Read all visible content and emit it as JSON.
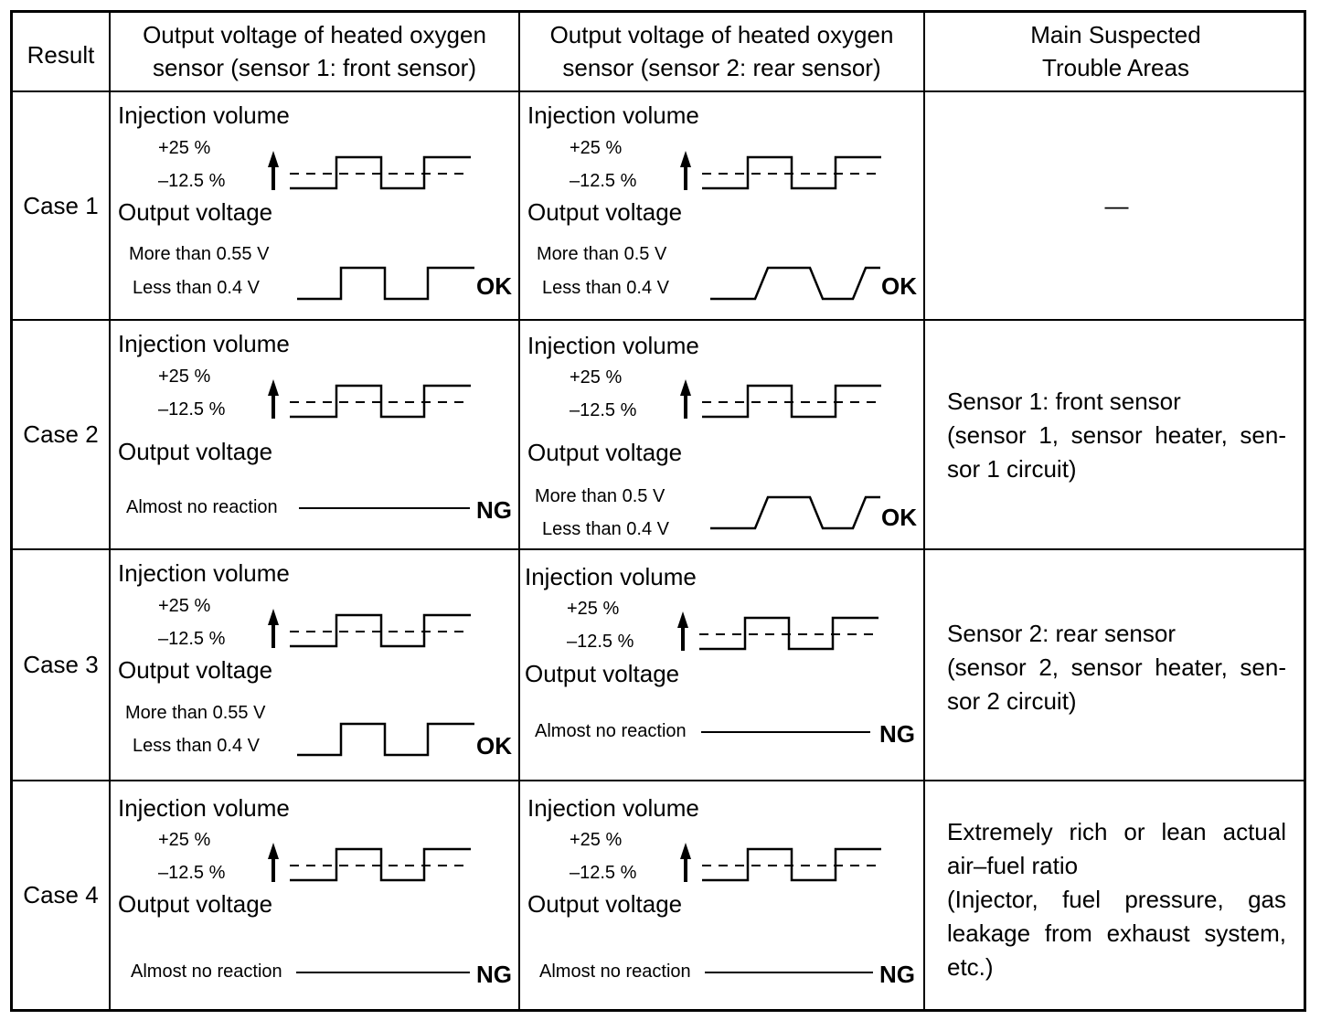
{
  "headers": {
    "result": "Result",
    "sensor1": [
      "Output voltage of heated oxygen",
      "sensor (sensor 1: front sensor)"
    ],
    "sensor2": [
      "Output voltage of heated oxygen",
      "sensor (sensor 2: rear sensor)"
    ],
    "trouble": [
      "Main Suspected",
      "Trouble Areas"
    ]
  },
  "labels": {
    "injection_volume": "Injection volume",
    "plus_25": "+25 %",
    "minus_12_5": "–12.5 %",
    "output_voltage": "Output voltage",
    "more_055": "More than 0.55 V",
    "more_05": "More than 0.5 V",
    "less_04": "Less than 0.4 V",
    "almost_no_reaction": "Almost no reaction"
  },
  "rows": [
    {
      "case": "Case 1",
      "s1_result": "OK",
      "s2_result": "OK",
      "trouble": [
        "—"
      ]
    },
    {
      "case": "Case 2",
      "s1_result": "NG",
      "s2_result": "OK",
      "trouble": [
        "Sensor 1: front sensor",
        "(sensor 1, sensor heater, sen-",
        "sor 1 circuit)"
      ]
    },
    {
      "case": "Case 3",
      "s1_result": "OK",
      "s2_result": "NG",
      "trouble": [
        "Sensor 2: rear sensor",
        "(sensor 2, sensor heater, sen-",
        "sor 2 circuit)"
      ]
    },
    {
      "case": "Case 4",
      "s1_result": "NG",
      "s2_result": "NG",
      "trouble": [
        "Extremely rich or lean actual",
        "air–fuel ratio",
        "(Injector, fuel pressure, gas",
        "leakage from exhaust system,",
        "etc.)"
      ]
    }
  ]
}
